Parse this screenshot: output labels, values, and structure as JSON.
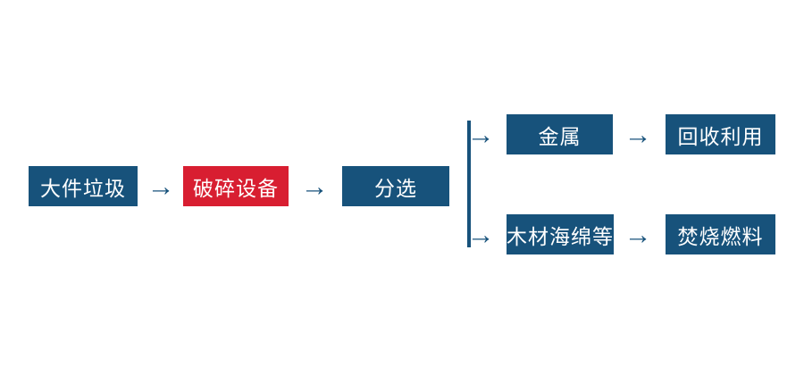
{
  "diagram": {
    "title": "bulky-waste-processing-flowchart",
    "colors": {
      "box_blue": "#17527B",
      "box_red": "#D81E31",
      "arrow_blue": "#17527B",
      "text": "#FFFFFF",
      "background": "#FFFFFF"
    },
    "icons": {
      "arrow_right": "→"
    },
    "nodes": [
      {
        "id": "bulky-waste",
        "label": "大件垃圾",
        "color": "#17527B"
      },
      {
        "id": "crushing-equipment",
        "label": "破碎设备",
        "color": "#D81E31"
      },
      {
        "id": "sorting",
        "label": "分选",
        "color": "#17527B"
      },
      {
        "id": "metal",
        "label": "金属",
        "color": "#17527B"
      },
      {
        "id": "recycling",
        "label": "回收利用",
        "color": "#17527B"
      },
      {
        "id": "wood-sponge-etc",
        "label": "木材海绵等",
        "color": "#17527B"
      },
      {
        "id": "incineration-fuel",
        "label": "焚烧燃料",
        "color": "#17527B"
      }
    ],
    "edges": [
      {
        "from": "bulky-waste",
        "to": "crushing-equipment"
      },
      {
        "from": "crushing-equipment",
        "to": "sorting"
      },
      {
        "from": "sorting",
        "to": "metal"
      },
      {
        "from": "sorting",
        "to": "wood-sponge-etc"
      },
      {
        "from": "metal",
        "to": "recycling"
      },
      {
        "from": "wood-sponge-etc",
        "to": "incineration-fuel"
      }
    ]
  }
}
